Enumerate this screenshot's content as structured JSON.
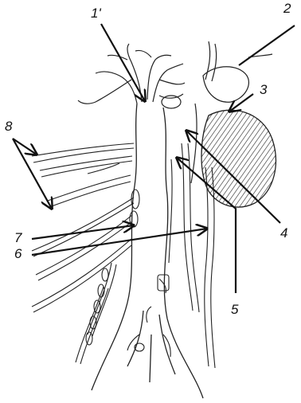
{
  "figure": {
    "labels": {
      "l1": "1'",
      "l2": "2",
      "l3": "3",
      "l4": "4",
      "l5": "5",
      "l6": "6",
      "l7": "7",
      "l8": "8"
    },
    "ink_color": "#111111",
    "paper_color": "#ffffff"
  }
}
